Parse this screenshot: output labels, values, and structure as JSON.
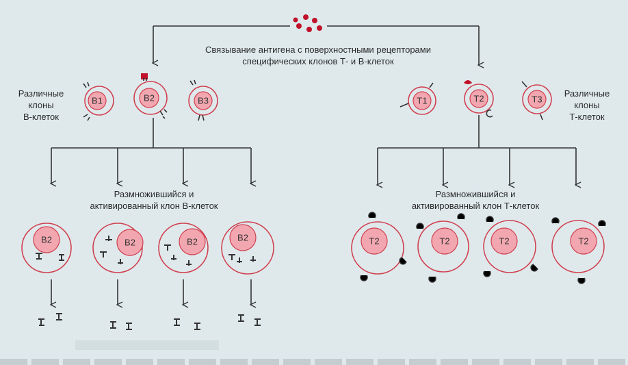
{
  "header": {
    "line1": "Связывание антигена с поверхностными рецепторами",
    "line2": "специфических клонов Т- и В-клеток"
  },
  "left": {
    "clones_label_1": "Различные",
    "clones_label_2": "клоны",
    "clones_label_3": "В-клеток",
    "activated_label_1": "Размножившийся и",
    "activated_label_2": "активированный клон В-клеток",
    "top_cells": [
      "B1",
      "B2",
      "B3"
    ],
    "activated_cell": "B2"
  },
  "right": {
    "clones_label_1": "Различные",
    "clones_label_2": "клоны",
    "clones_label_3": "Т-клеток",
    "activated_label_1": "Размножившийся и",
    "activated_label_2": "активированный клон Т-клеток",
    "top_cells": [
      "T1",
      "T2",
      "T3"
    ],
    "activated_cell": "T2"
  },
  "colors": {
    "cell_outline": "#d0404f",
    "nucleus_fill": "#f2a7b0",
    "antigen": "#c0122a",
    "arrow": "#333333"
  }
}
